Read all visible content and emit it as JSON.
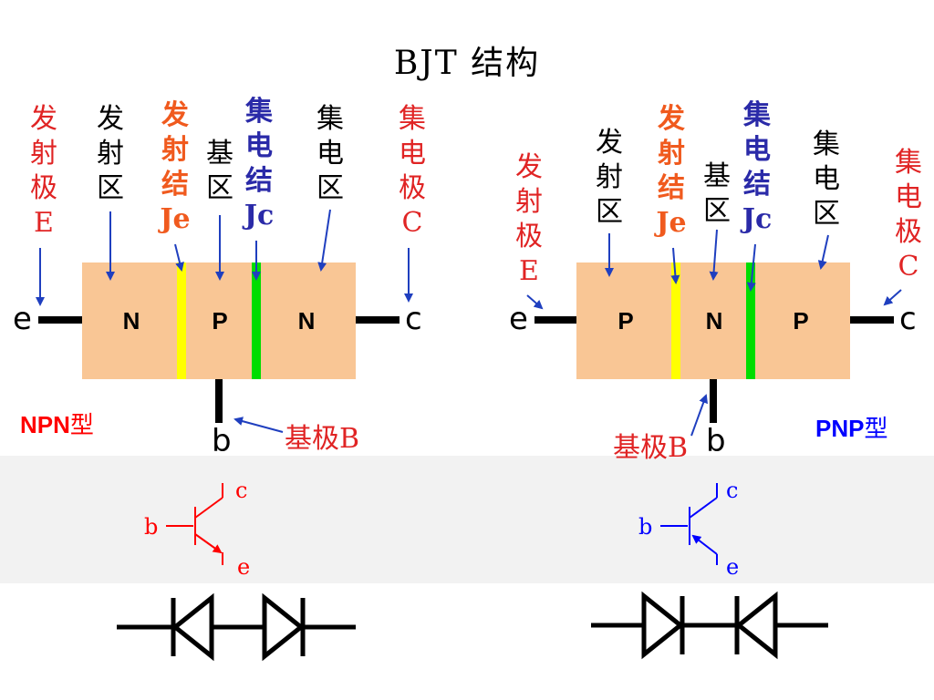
{
  "title": "BJT 结构",
  "npn": {
    "labels": {
      "emitter_electrode": [
        "发",
        "射",
        "极",
        "E"
      ],
      "emitter_region": [
        "发",
        "射",
        "区"
      ],
      "emitter_junction": [
        "发",
        "射",
        "结",
        "Je"
      ],
      "base_region": [
        "基",
        "区"
      ],
      "collector_junction": [
        "集",
        "电",
        "结",
        "Jc"
      ],
      "collector_region": [
        "集",
        "电",
        "区"
      ],
      "collector_electrode": [
        "集",
        "电",
        "极",
        "C"
      ]
    },
    "regions": [
      "N",
      "P",
      "N"
    ],
    "terminal_e": "e",
    "terminal_c": "c",
    "terminal_b": "b",
    "base_label": "基极B",
    "type_tag_latin": "NPN",
    "type_tag_cjk": "型",
    "symbol": {
      "b": "b",
      "c": "c",
      "e": "e"
    }
  },
  "pnp": {
    "labels": {
      "emitter_electrode": [
        "发",
        "射",
        "极",
        "E"
      ],
      "emitter_region": [
        "发",
        "射",
        "区"
      ],
      "emitter_junction": [
        "发",
        "射",
        "结",
        "Je"
      ],
      "base_region": [
        "基",
        "区"
      ],
      "collector_junction": [
        "集",
        "电",
        "结",
        "Jc"
      ],
      "collector_region": [
        "集",
        "电",
        "区"
      ],
      "collector_electrode": [
        "集",
        "电",
        "极",
        "C"
      ]
    },
    "regions": [
      "P",
      "N",
      "P"
    ],
    "terminal_e": "e",
    "terminal_c": "c",
    "terminal_b": "b",
    "base_label": "基极B",
    "type_tag_latin": "PNP",
    "type_tag_cjk": "型",
    "symbol": {
      "b": "b",
      "c": "c",
      "e": "e"
    }
  },
  "colors": {
    "semiconductor": "#f9c695",
    "emitter_junction": "#ffff00",
    "collector_junction": "#00dd00",
    "npn_accent": "#ff0000",
    "pnp_accent": "#0000ff",
    "arrow": "#1f3fbf"
  }
}
